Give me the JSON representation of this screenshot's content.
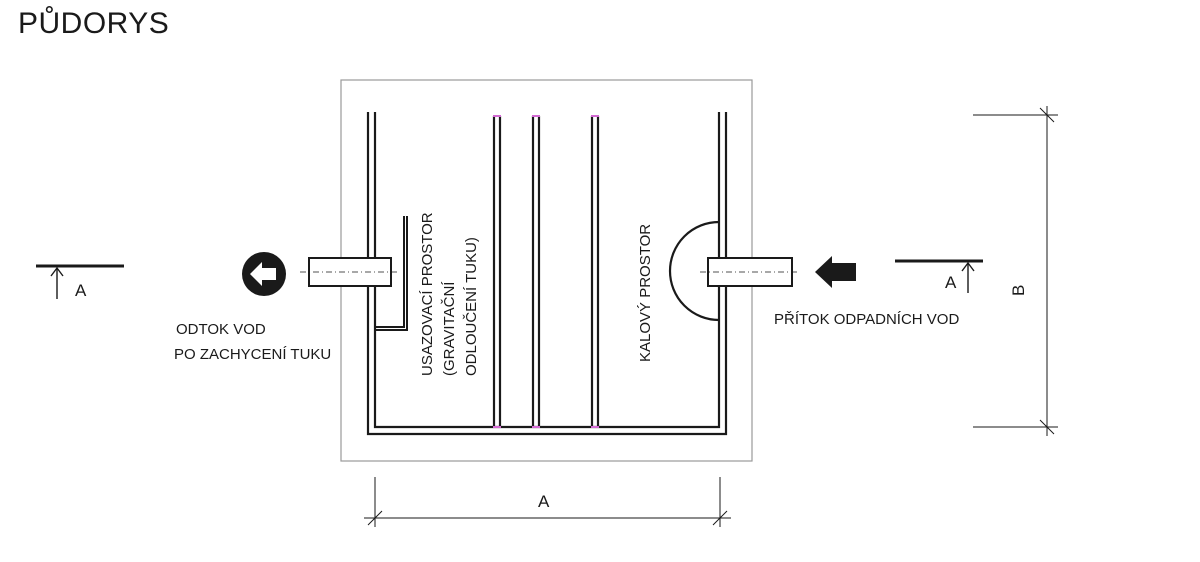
{
  "title": "PŮDORYS",
  "section_marks": {
    "left": "A",
    "right": "A"
  },
  "outlet_label": {
    "line1": "ODTOK  VOD",
    "line2": "PO ZACHYCENÍ TUKU"
  },
  "inlet_label": "PŘÍTOK ODPADNÍCH VOD",
  "settling_label": {
    "line1": "USAZOVACÍ PROSTOR",
    "line2": "(GRAVITAČNÍ",
    "line3": "ODLOUČENÍ TUKU)"
  },
  "sludge_label": "KALOVÝ PROSTOR",
  "dimensions": {
    "width": "A",
    "height": "B"
  },
  "colors": {
    "line": "#1a1a1a",
    "outer_wall": "#9a9a9a",
    "partition_tip": "#d36ad3",
    "background": "#ffffff"
  }
}
